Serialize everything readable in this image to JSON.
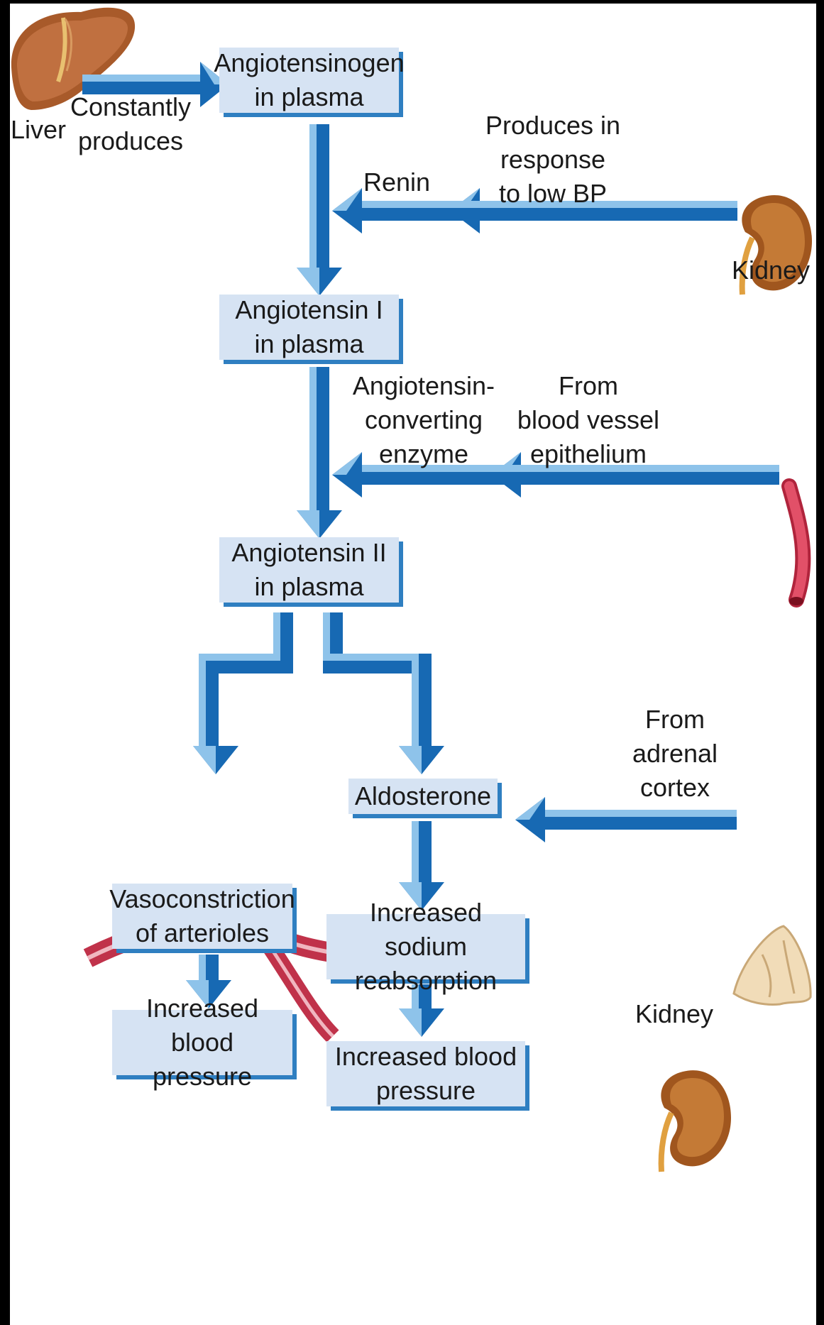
{
  "boxes": {
    "angiotensinogen": "Angiotensinogen\nin plasma",
    "angiotensin_1": "Angiotensin I\nin plasma",
    "angiotensin_2": "Angiotensin II\nin plasma",
    "aldosterone": "Aldosterone",
    "vasoconstriction": "Vasoconstriction\nof arterioles",
    "increased_bp_left": "Increased blood\npressure",
    "sodium": "Increased sodium\nreabsorption",
    "increased_bp_right": "Increased blood\npressure"
  },
  "labels": {
    "liver": "Liver",
    "constantly_produces": "Constantly\nproduces",
    "produces_low_bp": "Produces in\nresponse\nto low BP",
    "renin": "Renin",
    "kidney_top": "Kidney",
    "ace": "Angiotensin-\nconverting\nenzyme",
    "from_vessel": "From\nblood vessel\nepithelium",
    "from_adrenal": "From\nadrenal\ncortex",
    "kidney_bottom": "Kidney"
  },
  "colors": {
    "box_fill": "#d6e3f3",
    "arrow_dark": "#1769b3",
    "arrow_light": "#8ec3ea",
    "vessel_red": "#d8425a",
    "organ_brown": "#a85a2a"
  },
  "icons": [
    "liver-icon",
    "kidney-icon",
    "blood-vessel-icon",
    "adrenal-gland-icon",
    "arteriole-icon"
  ]
}
